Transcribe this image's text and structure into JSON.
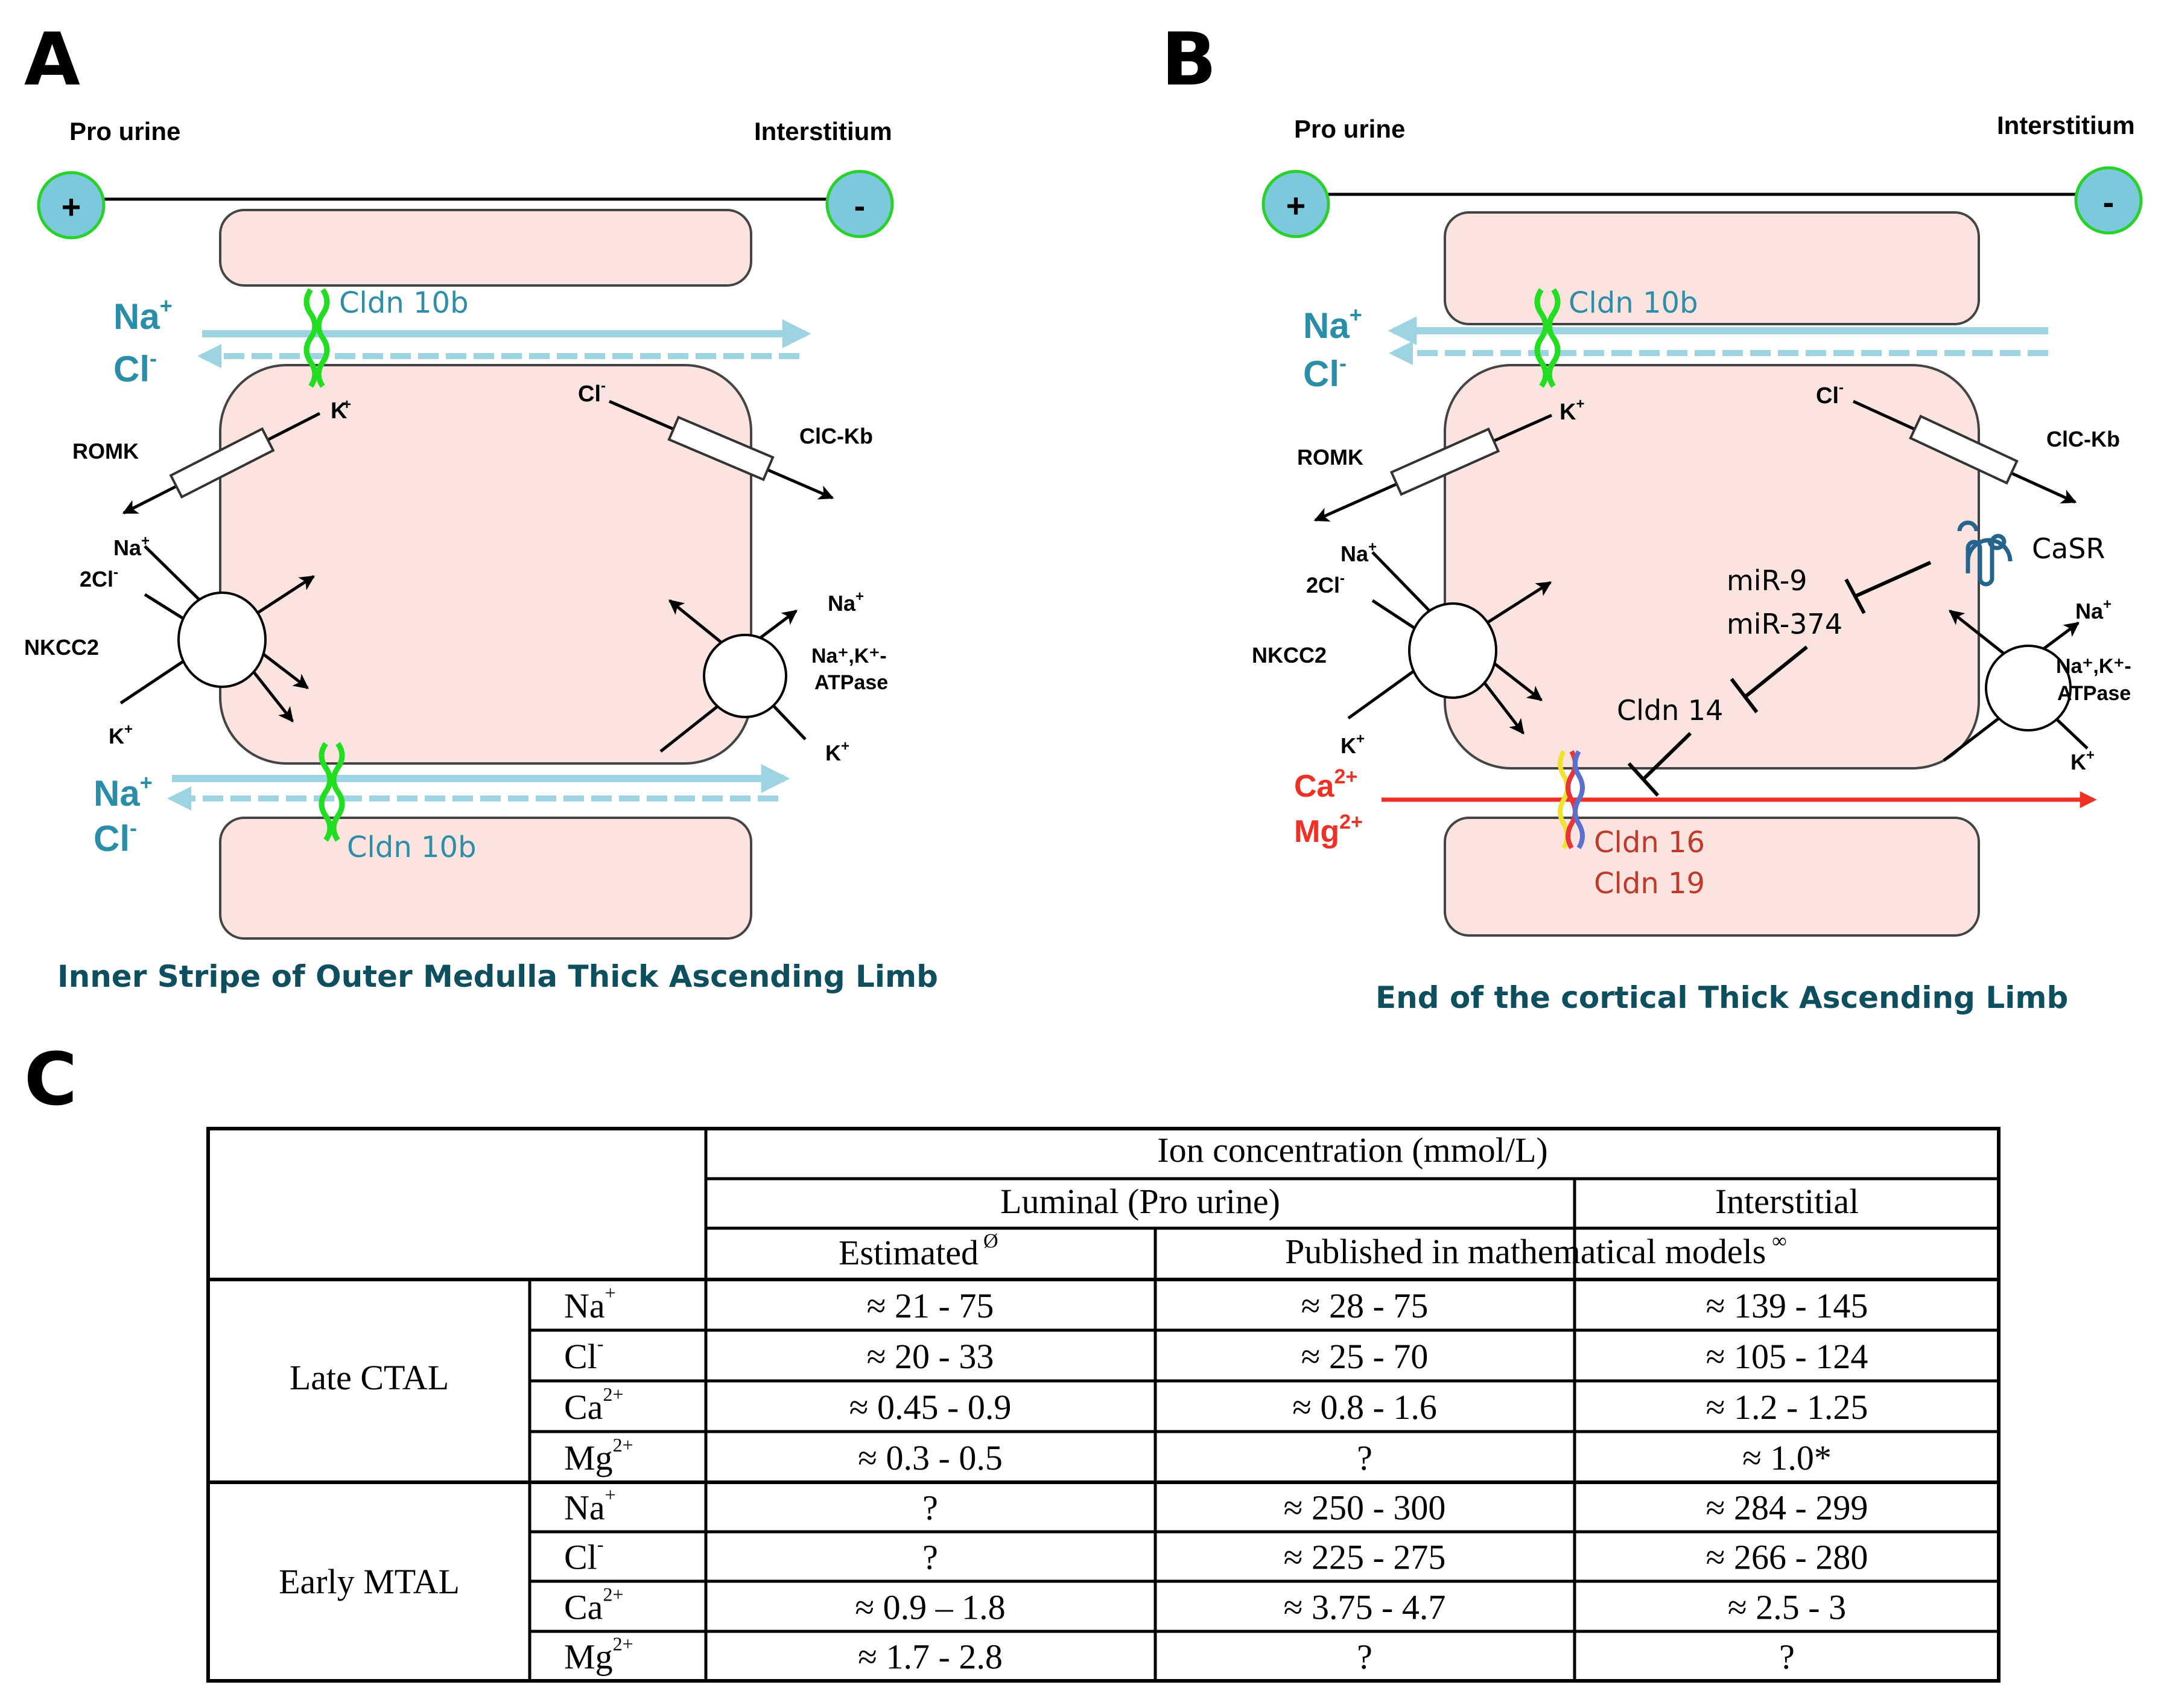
{
  "colors": {
    "cell_fill": "#fbe3e0",
    "tj_blue": "#2e8ea8",
    "light_blue": "#9ed4e1",
    "ion_blue": "#2a8ea8",
    "red": "#ee3124",
    "dark_red": "#c0392b",
    "caption": "#0e4f5f",
    "casr": "#25648c",
    "electrode_fill": "#7cc8dc",
    "electrode_stroke": "#2ad12a",
    "claudin_green": "#22dd22"
  },
  "panelA": {
    "letter": "A",
    "pro_urine": "Pro urine",
    "interstitium": "Interstitium",
    "plus": "+",
    "minus": "-",
    "na": "Na",
    "cl": "Cl",
    "cldn10b": "Cldn 10b",
    "k": "K",
    "cl_minus": "Cl",
    "romk": "ROMK",
    "clckb": "ClC-Kb",
    "na_nkcc": "Na",
    "twocl": "2Cl",
    "nkcc2": "NKCC2",
    "k_nkcc": "K",
    "atpase_na": "Na",
    "atpase_label1": "Na⁺,K⁺-",
    "atpase_label2": "ATPase",
    "atpase_k": "K",
    "caption": "Inner Stripe of Outer Medulla Thick Ascending Limb"
  },
  "panelB": {
    "letter": "B",
    "pro_urine": "Pro urine",
    "interstitium": "Interstitium",
    "cldn10b": "Cldn 10b",
    "romk": "ROMK",
    "clckb": "ClC-Kb",
    "casr": "CaSR",
    "mir9": "miR-9",
    "mir374": "miR-374",
    "cldn14": "Cldn 14",
    "nkcc2": "NKCC2",
    "twocl": "2Cl",
    "ca": "Ca",
    "mg": "Mg",
    "cldn16": "Cldn 16",
    "cldn19": "Cldn 19",
    "atpase_label1": "Na⁺,K⁺-",
    "atpase_label2": "ATPase",
    "caption": "End of the cortical Thick Ascending Limb"
  },
  "panelC": {
    "letter": "C",
    "header_main": "Ion concentration (mmol/L)",
    "header_luminal": "Luminal (Pro urine)",
    "header_interstitial": "Interstitial",
    "header_estimated": "Estimated",
    "estimated_mark": "Ø",
    "header_published": "Published in mathematical models",
    "published_mark": "∞",
    "groups": [
      {
        "name": "Late CTAL",
        "rows": [
          {
            "ion": "Na",
            "charge": "+",
            "estimated": "≈ 21 - 75",
            "published": "≈ 28 - 75",
            "interstitial": "≈ 139 - 145"
          },
          {
            "ion": "Cl",
            "charge": "-",
            "estimated": "≈ 20 - 33",
            "published": "≈ 25 - 70",
            "interstitial": "≈ 105 - 124"
          },
          {
            "ion": "Ca",
            "charge": "2+",
            "estimated": "≈ 0.45 - 0.9",
            "published": "≈ 0.8 - 1.6",
            "interstitial": "≈ 1.2 - 1.25"
          },
          {
            "ion": "Mg",
            "charge": "2+",
            "estimated": "≈ 0.3 - 0.5",
            "published": "?",
            "interstitial": "≈ 1.0*"
          }
        ]
      },
      {
        "name": "Early MTAL",
        "rows": [
          {
            "ion": "Na",
            "charge": "+",
            "estimated": "?",
            "published": "≈ 250 - 300",
            "interstitial": "≈ 284 - 299"
          },
          {
            "ion": "Cl",
            "charge": "-",
            "estimated": "?",
            "published": "≈ 225 - 275",
            "interstitial": "≈ 266 - 280"
          },
          {
            "ion": "Ca",
            "charge": "2+",
            "estimated": "≈ 0.9 – 1.8",
            "published": "≈ 3.75 - 4.7",
            "interstitial": "≈ 2.5 - 3"
          },
          {
            "ion": "Mg",
            "charge": "2+",
            "estimated": "≈ 1.7 - 2.8",
            "published": "?",
            "interstitial": "?"
          }
        ]
      }
    ]
  }
}
